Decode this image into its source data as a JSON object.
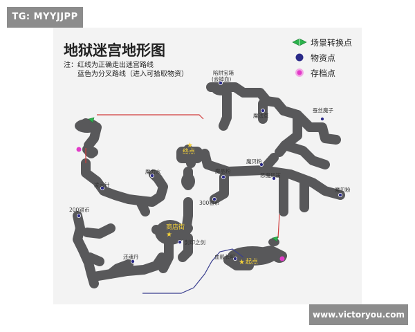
{
  "watermark": {
    "top_left": "TG: MYYJJPP",
    "bottom_right": "www.victoryou.com"
  },
  "title": "地狱迷宫地形图",
  "notes": {
    "line1": "注：红线为正确走出迷宫路线",
    "line2": "蓝色为分叉路线（进入可拾取物资）"
  },
  "legend": [
    {
      "icon": "scene-switch-icon",
      "label": "场景转换点"
    },
    {
      "icon": "supply-point-icon",
      "label": "物资点"
    },
    {
      "icon": "save-point-icon",
      "label": "存档点"
    }
  ],
  "places": {
    "trap_box": "陷阱宝箱",
    "trap_box_note": "(会掉血)",
    "magic_herb": "魔法草",
    "silkworm": "蚕丝魔子",
    "magic_powder": "魔贝粉",
    "magic_crystal": "魔晶粉",
    "evil_wind": "恶魔风笛",
    "magic_water": "魔力水",
    "cloud_needle": "凌云针",
    "coins_300": "300银币",
    "coins_200": "200银币",
    "magic_powder_2": "魔贝粉",
    "end_point": "终点",
    "shop_street": "商店街",
    "seal_sword": "封印之剑",
    "return_pill": "还魂丹",
    "blood_rune": "血般长吗",
    "start_point": "起点"
  },
  "colors": {
    "maze": "#58585a",
    "correct_route": "#d03a3a",
    "branch_route": "#3a3f8f",
    "supply": "#2a2a88",
    "save": "#e23ac8",
    "scene": "#2bb24c",
    "star": "#f5d23a"
  }
}
